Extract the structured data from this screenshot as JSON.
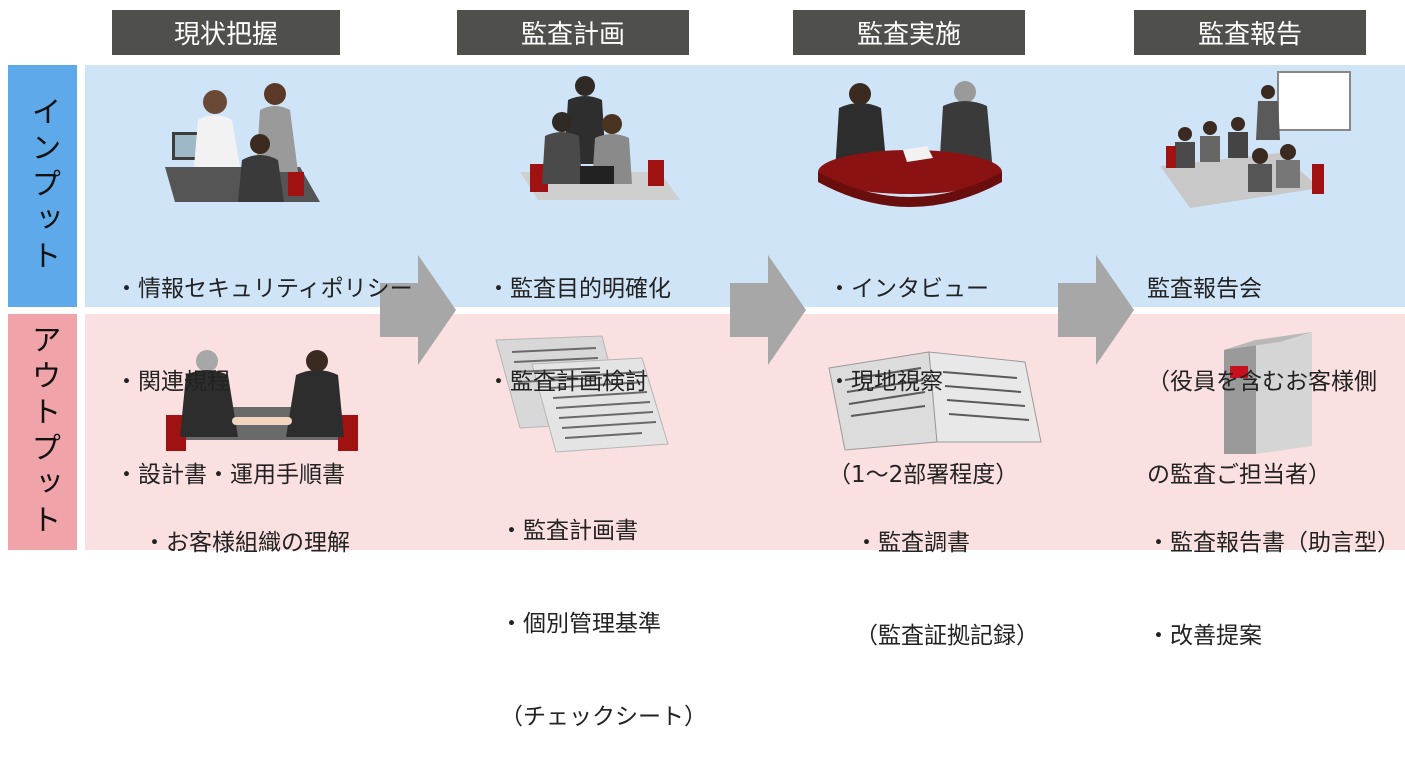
{
  "phases": [
    "現状把握",
    "監査計画",
    "監査実施",
    "監査報告"
  ],
  "rows": {
    "input_label": "インプット",
    "output_label": "アウトプット"
  },
  "inputs": [
    [
      "・情報セキュリティポリシー",
      "・関連規程",
      "・設計書・運用手順書"
    ],
    [
      "・監査目的明確化",
      "・監査計画検討"
    ],
    [
      "・インタビュー",
      "・現地視察",
      "（1～2部署程度）"
    ],
    [
      "監査報告会",
      "（役員を含むお客様側",
      "の監査ご担当者）"
    ]
  ],
  "outputs": [
    [
      "・お客様組織の理解"
    ],
    [
      "・監査計画書",
      "・個別管理基準",
      "（チェックシート）"
    ],
    [
      "・監査調書",
      "（監査証拠記録）"
    ],
    [
      "・監査報告書（助言型）",
      "・改善提案"
    ]
  ],
  "colors": {
    "phase_bg": "#4f4f4b",
    "input_label_bg": "#5ea9ea",
    "input_band_bg": "#d0e4f7",
    "output_label_bg": "#f0a3a9",
    "output_band_bg": "#fbe0e1",
    "arrow": "#a7a7a7"
  },
  "icons": [
    "team-meeting-illustration",
    "business-group-illustration",
    "negotiation-table-illustration",
    "presentation-meeting-illustration",
    "handshake-meeting-illustration",
    "documents-illustration",
    "open-book-illustration",
    "binder-illustration"
  ]
}
